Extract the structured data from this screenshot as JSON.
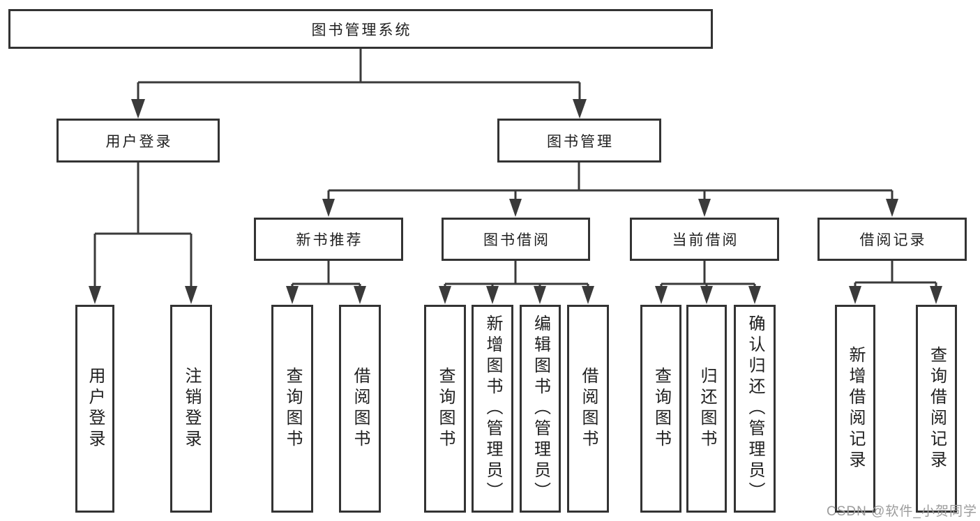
{
  "tree": {
    "root": {
      "label": "图书管理系统",
      "children": [
        {
          "label": "用户登录",
          "children": [
            {
              "label": "用户登录"
            },
            {
              "label": "注销登录"
            }
          ]
        },
        {
          "label": "图书管理",
          "children": [
            {
              "label": "新书推荐",
              "children": [
                {
                  "label": "查询图书"
                },
                {
                  "label": "借阅图书"
                }
              ]
            },
            {
              "label": "图书借阅",
              "children": [
                {
                  "label": "查询图书"
                },
                {
                  "label": "新增图书（管理员）"
                },
                {
                  "label": "编辑图书（管理员）"
                },
                {
                  "label": "借阅图书"
                }
              ]
            },
            {
              "label": "当前借阅",
              "children": [
                {
                  "label": "查询图书"
                },
                {
                  "label": "归还图书"
                },
                {
                  "label": "确认归还（管理员）"
                }
              ]
            },
            {
              "label": "借阅记录",
              "children": [
                {
                  "label": "新增借阅记录"
                },
                {
                  "label": "查询借阅记录"
                }
              ]
            }
          ]
        }
      ]
    }
  },
  "watermark": {
    "text": "CSDN @软件_小贺同学"
  },
  "colors": {
    "line": "#3a3a3a",
    "box_border": "#333333",
    "box_background": "#ffffff",
    "text": "#1f1f1f",
    "watermark": "#9c9c9c",
    "page_background": "#ffffff"
  }
}
